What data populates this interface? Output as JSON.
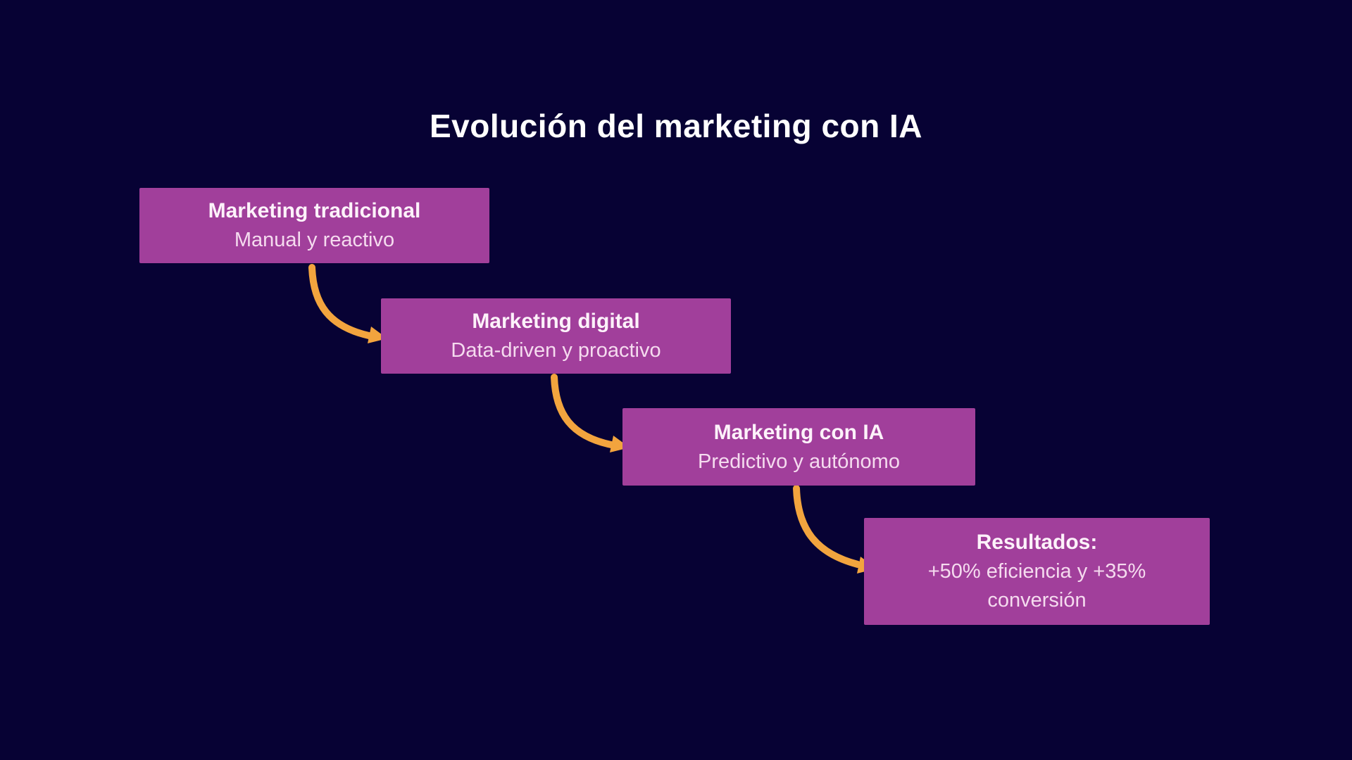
{
  "title": "Evolución del marketing con IA",
  "colors": {
    "background": "#070234",
    "box": "#A13F9B",
    "arrow": "#F2A43E",
    "title_text": "#FFFFFF",
    "box_heading_text": "#FDF2FA",
    "box_subtitle_text": "#F5DBEF"
  },
  "steps": [
    {
      "heading": "Marketing tradicional",
      "subtitle": "Manual y reactivo"
    },
    {
      "heading": "Marketing digital",
      "subtitle": "Data-driven y proactivo"
    },
    {
      "heading": "Marketing con IA",
      "subtitle": "Predictivo y autónomo"
    },
    {
      "heading": "Resultados:",
      "subtitle": "+50% eficiencia y +35% conversión"
    }
  ],
  "icons": {
    "connector": "curved-arrow-icon"
  }
}
